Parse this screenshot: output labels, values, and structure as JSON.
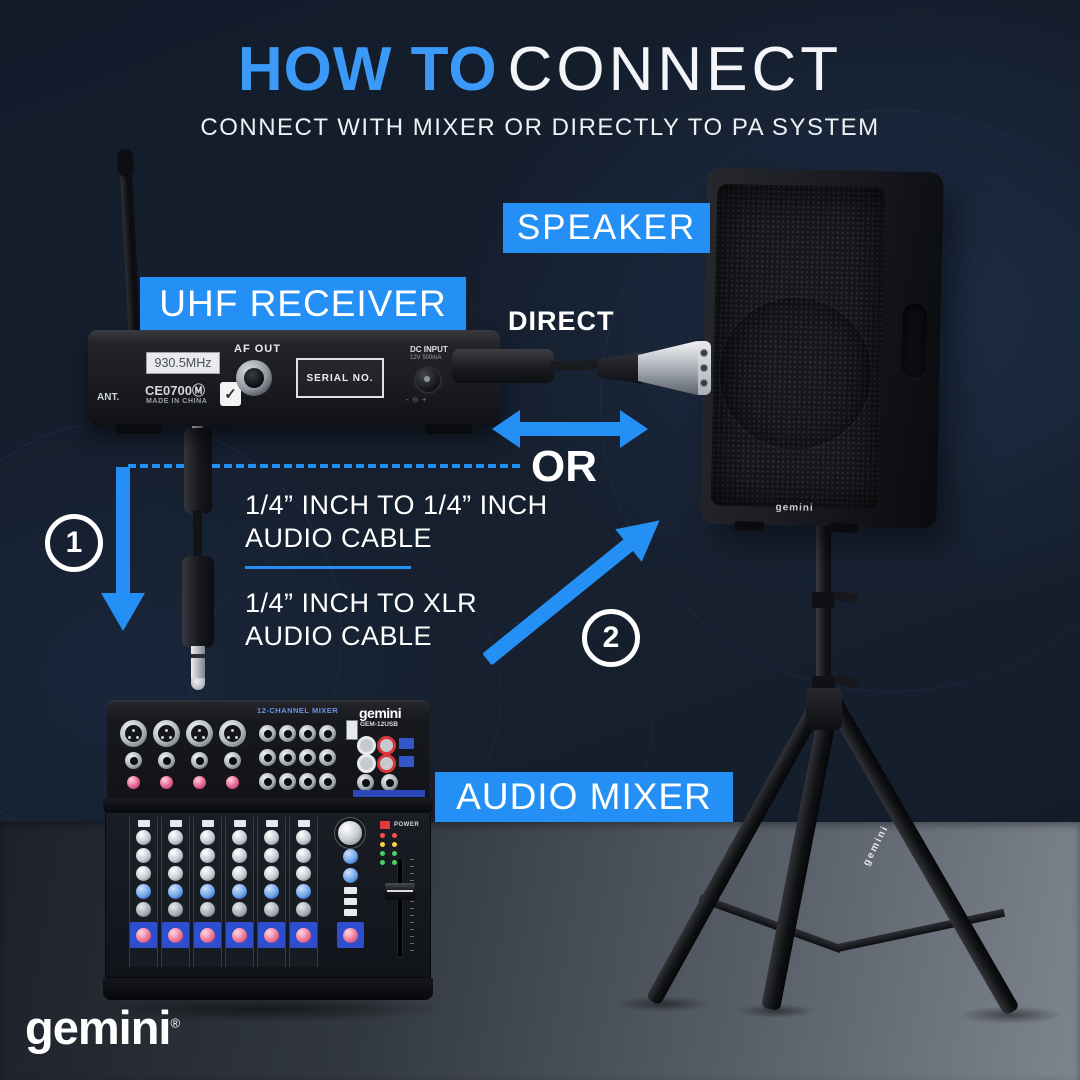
{
  "colors": {
    "accent": "#2490f5",
    "title_accent": "#3b9af8",
    "background_navy": "#131c2b",
    "floor_gray": "#7e858f"
  },
  "header": {
    "title_accent": "HOW TO",
    "title_rest": "CONNECT",
    "subtitle": "CONNECT WITH MIXER OR DIRECTLY TO PA SYSTEM"
  },
  "callouts": {
    "speaker": "SPEAKER",
    "uhf_receiver": "UHF RECEIVER",
    "audio_mixer": "AUDIO MIXER",
    "direct": "DIRECT",
    "or": "OR"
  },
  "steps": {
    "step1": "1",
    "step2": "2"
  },
  "cable_options": {
    "option1_line1": "1/4” INCH TO 1/4” INCH",
    "option1_line2": "AUDIO CABLE",
    "option2_line1": "1/4” INCH TO XLR",
    "option2_line2": "AUDIO CABLE"
  },
  "receiver_panel": {
    "frequency": "930.5MHz",
    "antenna_label": "ANT.",
    "ce_mark": "CE0700Ⓜ",
    "made_in": "MADE IN CHINA",
    "af_out": "AF OUT",
    "serial": "SERIAL NO.",
    "dc_input": "DC INPUT",
    "dc_spec": "12V 500mA",
    "polarity": "- ⊙ +"
  },
  "mixer_panel": {
    "type_label": "12-CHANNEL MIXER",
    "brand": "gemini",
    "model": "GEM-12USB",
    "power": "POWER"
  },
  "speaker_cabinet": {
    "brand": "gemini"
  },
  "stand": {
    "brand": "gemini"
  },
  "footer": {
    "brand": "gemini",
    "registered": "®"
  },
  "icons": {
    "check": "✓"
  }
}
